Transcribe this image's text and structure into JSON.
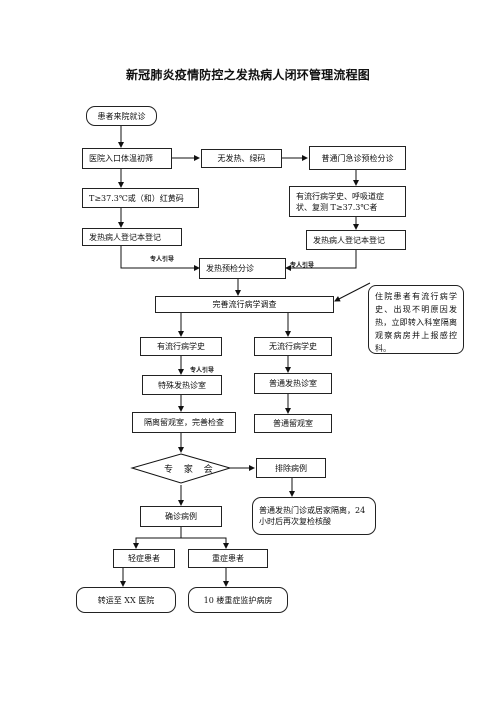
{
  "title": "新冠肺炎疫情防控之发热病人闭环管理流程图",
  "nodes": {
    "patient_visit": "患者来院就诊",
    "entrance_check": "医院入口体温初筛",
    "no_fever": "无发热、绿码",
    "general_triage": "普通门急诊预检分诊",
    "fever_condition": "T≥37.3℃或（和）红黄码",
    "epi_history_resp": "有流行病学史、呼吸道症状、复测 T≥37.3℃者",
    "fever_register_left": "发热病人登记本登记",
    "fever_register_right": "发热病人登记本登记",
    "fever_triage": "发热预检分诊",
    "epi_survey": "完善流行病学调查",
    "with_epi": "有流行病学史",
    "without_epi": "无流行病学史",
    "special_clinic": "特殊发热诊室",
    "normal_clinic": "普通发热诊室",
    "isolation_room": "隔离留观室，完善检查",
    "normal_observation": "普通留观室",
    "expert_panel": "专 家 会",
    "excluded_case": "排除病例",
    "confirmed_case": "确诊病例",
    "home_quarantine": "普通发热门诊或居家隔离，24 小时后再次复检核酸",
    "mild_patient": "轻症患者",
    "severe_patient": "重症患者",
    "transfer_hospital": "转运至 XX 医院",
    "icu_ward": "10 楼重症监护病房",
    "inpatient_note": "住院患者有流行病学史、出现不明原因发热，立即转入科室隔离观察病房并上报感控科。"
  },
  "tags": {
    "escort_1": "专人引导",
    "escort_2": "专人引导",
    "escort_3": "专人引导"
  }
}
